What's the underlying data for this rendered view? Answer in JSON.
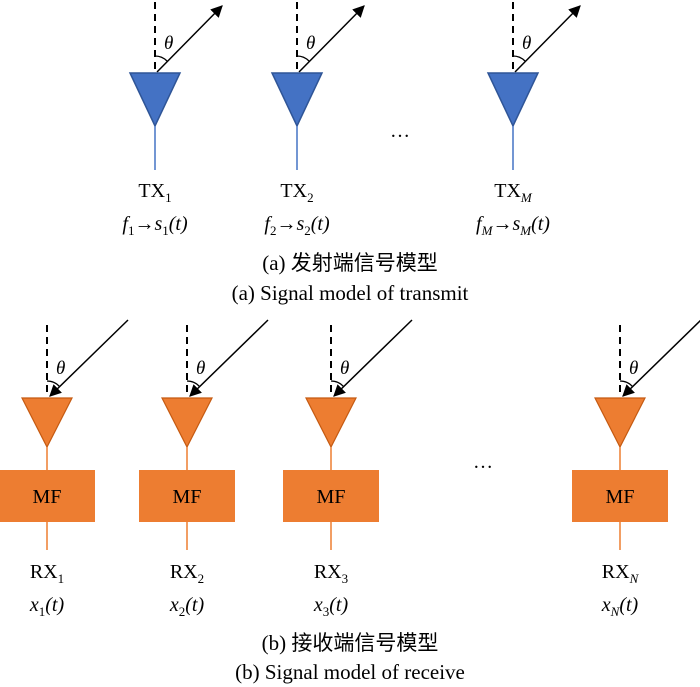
{
  "colors": {
    "tx_antenna": "#4472C4",
    "rx_antenna": "#ED7D31",
    "mf_block": "#ED7D31",
    "line": "#000000"
  },
  "angle_symbol": "θ",
  "ellipsis": "…",
  "transmit": {
    "elements": [
      {
        "label": "TX",
        "sub": "1",
        "f_sub": "1",
        "s_sub": "1"
      },
      {
        "label": "TX",
        "sub": "2",
        "f_sub": "2",
        "s_sub": "2"
      },
      {
        "label": "TX",
        "sub": "M",
        "f_sub": "M",
        "s_sub": "M"
      }
    ],
    "signal_f": "f",
    "signal_arrow": "→",
    "signal_s": "s",
    "signal_t": "(t)",
    "caption_cn": "(a) 发射端信号模型",
    "caption_en": "(a) Signal model of transmit"
  },
  "receive": {
    "block_label": "MF",
    "elements": [
      {
        "label": "RX",
        "sub": "1",
        "x_sub": "1"
      },
      {
        "label": "RX",
        "sub": "2",
        "x_sub": "2"
      },
      {
        "label": "RX",
        "sub": "3",
        "x_sub": "3"
      },
      {
        "label": "RX",
        "sub": "N",
        "x_sub": "N"
      }
    ],
    "signal_x": "x",
    "signal_t": "(t)",
    "caption_cn": "(b) 接收端信号模型",
    "caption_en": "(b) Signal model of receive"
  }
}
